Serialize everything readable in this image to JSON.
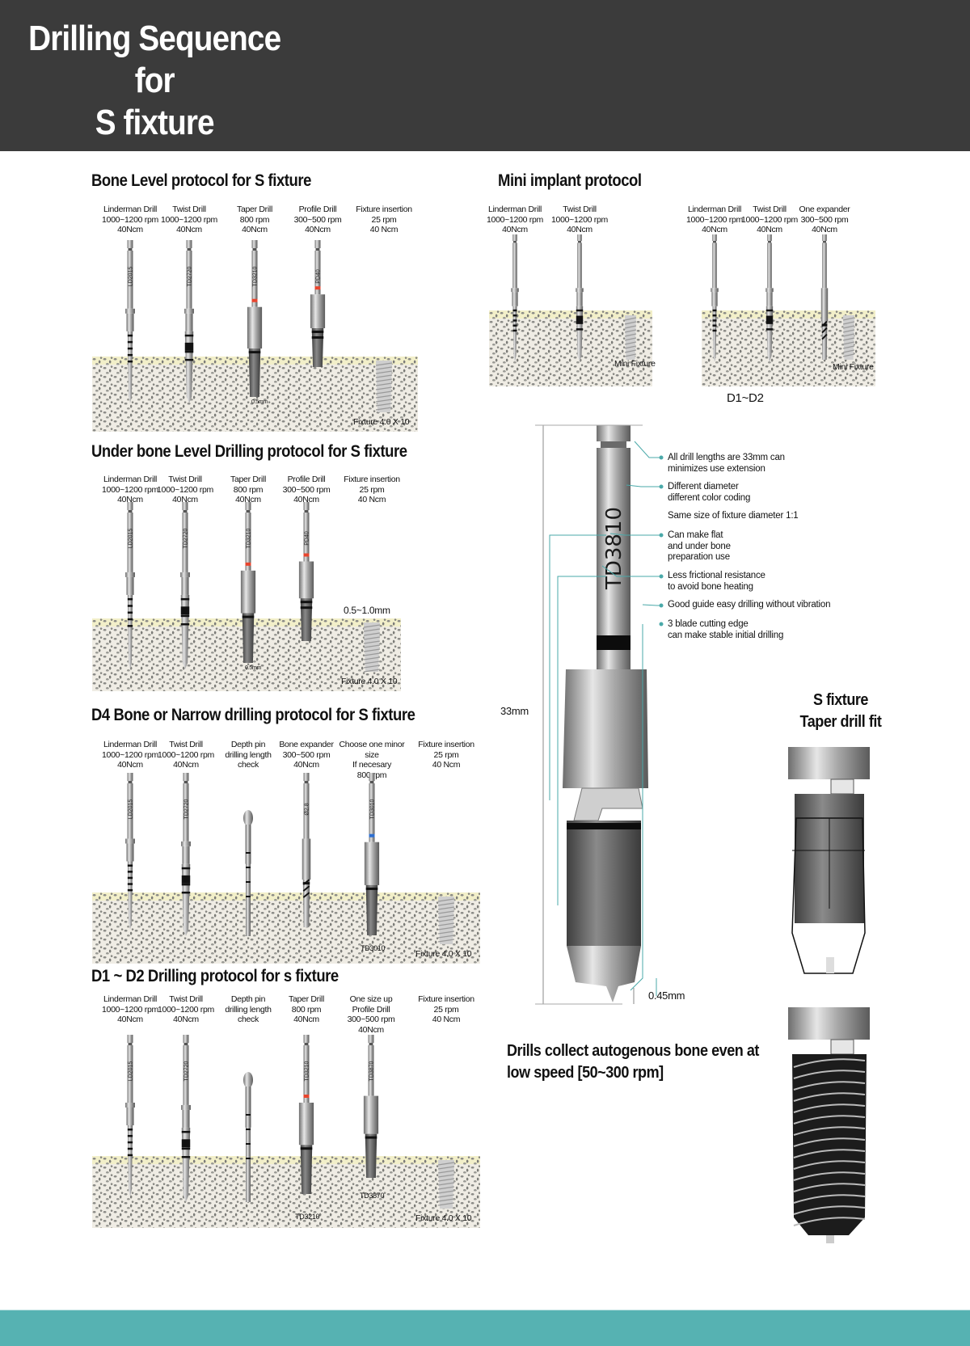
{
  "header": {
    "title": "Drilling Sequence for\nS fixture"
  },
  "sections": [
    {
      "title": "Bone Level protocol for S fixture",
      "steps": [
        {
          "label": "Linderman Drill\n1000~1200 rpm\n40Ncm",
          "code": "LD2015"
        },
        {
          "label": "Twist Drill\n1000~1200 rpm\n40Ncm",
          "code": "TD2720"
        },
        {
          "label": "Taper Drill\n800 rpm\n40Ncm",
          "code": "TD3210"
        },
        {
          "label": "Profile Drill\n300~500 rpm\n40Ncm",
          "code": "PD40"
        },
        {
          "label": "Fixture insertion\n25 rpm\n40 Ncm"
        }
      ],
      "fixture_label": "Fixture 4.0 X 10",
      "tip_note": "0.5mm"
    },
    {
      "title": "Under bone Level Drilling protocol for S fixture",
      "steps": [
        {
          "label": "Linderman Drill\n1000~1200 rpm\n40Ncm",
          "code": "LD2015"
        },
        {
          "label": "Twist Drill\n1000~1200 rpm\n40Ncm",
          "code": "TD2720"
        },
        {
          "label": "Taper Drill\n800 rpm\n40Ncm",
          "code": "TD3210"
        },
        {
          "label": "Profile Drill\n300~500 rpm\n40Ncm",
          "code": "PD40"
        },
        {
          "label": "Fixture insertion\n25 rpm\n40 Ncm"
        }
      ],
      "fixture_label": "Fixture 4.0 X 10",
      "tip_note": "0.5mm",
      "depth_note": "0.5~1.0mm"
    },
    {
      "title": "D4 Bone or Narrow drilling protocol for S fixture",
      "steps": [
        {
          "label": "Linderman Drill\n1000~1200 rpm\n40Ncm",
          "code": "LD2015"
        },
        {
          "label": "Twist Drill\n1000~1200 rpm\n40Ncm",
          "code": "TD2720"
        },
        {
          "label": "Depth pin\ndrilling length\ncheck"
        },
        {
          "label": "Bone expander\n300~500 rpm\n40Ncm",
          "code": "Ø2.8"
        },
        {
          "label": "Choose one minor size\nIf necesary\n800 rpm",
          "code": "TD3010"
        },
        {
          "label": "Fixture insertion\n25 rpm\n40 Ncm"
        }
      ],
      "fixture_label": "Fixture 4.0 X 10",
      "bottom_codes": [
        "TD3010"
      ]
    },
    {
      "title": "D1 ~ D2 Drilling protocol for s fixture",
      "steps": [
        {
          "label": "Linderman Drill\n1000~1200 rpm\n40Ncm",
          "code": "LD2015"
        },
        {
          "label": "Twist Drill\n1000~1200 rpm\n40Ncm",
          "code": "TD2720"
        },
        {
          "label": "Depth pin\ndrilling length\ncheck"
        },
        {
          "label": "Taper Drill\n800 rpm\n40Ncm",
          "code": "TD3210"
        },
        {
          "label": "One size up\nProfile Drill\n300~500 rpm\n40Ncm",
          "code": "TD3870"
        },
        {
          "label": "Fixture insertion\n25 rpm\n40 Ncm"
        }
      ],
      "fixture_label": "Fixture 4.0 X 10",
      "bottom_codes": [
        "TD3210",
        "TD3870"
      ]
    }
  ],
  "mini": {
    "title": "Mini implant protocol",
    "groups": [
      {
        "steps": [
          {
            "label": "Linderman Drill\n1000~1200 rpm\n40Ncm"
          },
          {
            "label": "Twist Drill\n1000~1200 rpm\n40Ncm"
          }
        ],
        "fixture_label": "Mini Fixture"
      },
      {
        "steps": [
          {
            "label": "Linderman Drill\n1000~1200 rpm\n40Ncm"
          },
          {
            "label": "Twist Drill\n1000~1200 rpm\n40Ncm"
          },
          {
            "label": "One expander\n300~500 rpm\n40Ncm"
          }
        ],
        "fixture_label": "Mini Fixture",
        "caption": "D1~D2"
      }
    ]
  },
  "detail": {
    "drill_code": "TD3810",
    "length_label": "33mm",
    "tip_label": "0.45mm",
    "callouts": [
      "All drill lengths are 33mm can\nminimizes use extension",
      "Different diameter\ndifferent color coding",
      "Same size of fixture diameter 1:1",
      "Can make flat\nand under bone\npreparation use",
      "Less frictional resistance\nto avoid bone heating",
      "Good guide easy drilling without vibration",
      "3 blade cutting edge\ncan make stable initial drilling"
    ]
  },
  "fit": {
    "title": "S fixture\nTaper drill fit"
  },
  "autogenous": {
    "text": "Drills collect autogenous bone even at\nlow speed [50~300 rpm]"
  },
  "colors": {
    "header": "#3b3b3b",
    "footer": "#56b2b2",
    "callout_line": "#4aa9a9",
    "band_red": "#e8452e",
    "band_blue": "#2e6fd1"
  }
}
